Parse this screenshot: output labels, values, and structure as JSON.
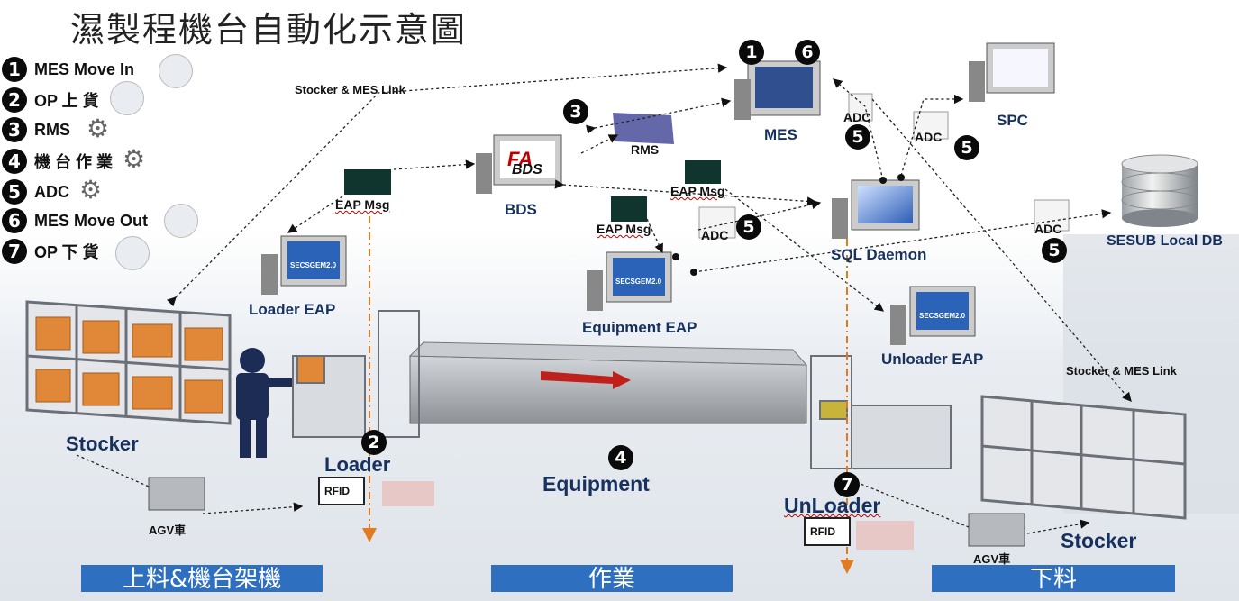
{
  "title": "濕製程機台自動化示意圖",
  "legend": [
    {
      "num": "1",
      "label": "MES Move In",
      "icon": "operator-icon"
    },
    {
      "num": "2",
      "label": "OP 上 貨",
      "icon": "operator-icon"
    },
    {
      "num": "3",
      "label": "RMS",
      "icon": "gear-icon"
    },
    {
      "num": "4",
      "label": "機 台 作 業",
      "icon": "gear-icon"
    },
    {
      "num": "5",
      "label": "ADC",
      "icon": "gear-icon"
    },
    {
      "num": "6",
      "label": "MES Move Out",
      "icon": "operator-icon"
    },
    {
      "num": "7",
      "label": "OP 下 貨",
      "icon": "operator-icon"
    }
  ],
  "nodes": {
    "mes": "MES",
    "spc": "SPC",
    "bds": "BDS",
    "bds_logo": "BDS",
    "fa_logo": "FA",
    "sql": "SQL Daemon",
    "local_db": "SESUB Local DB",
    "loader_eap": "Loader EAP",
    "equipment_eap": "Equipment EAP",
    "unloader_eap": "Unloader EAP",
    "rms": "RMS",
    "secs": "SECSGEM2.0"
  },
  "messages": {
    "eap_msg": "EAP Msg",
    "adc": "ADC",
    "stocker_link": "Stocker & MES Link"
  },
  "equipment": {
    "stocker": "Stocker",
    "loader": "Loader",
    "equipment": "Equipment",
    "unloader": "UnLoader",
    "agv": "AGV車",
    "rfid": "RFID"
  },
  "badges": {
    "b1": "1",
    "b2": "2",
    "b3": "3",
    "b4": "4",
    "b5": "5",
    "b6": "6",
    "b7": "7"
  },
  "phases": [
    "上料&機台架機",
    "作業",
    "下料"
  ],
  "colors": {
    "phase_bar": "#2f6fc0",
    "label_blue": "#17315f",
    "dashed_orange": "#e07b22"
  }
}
